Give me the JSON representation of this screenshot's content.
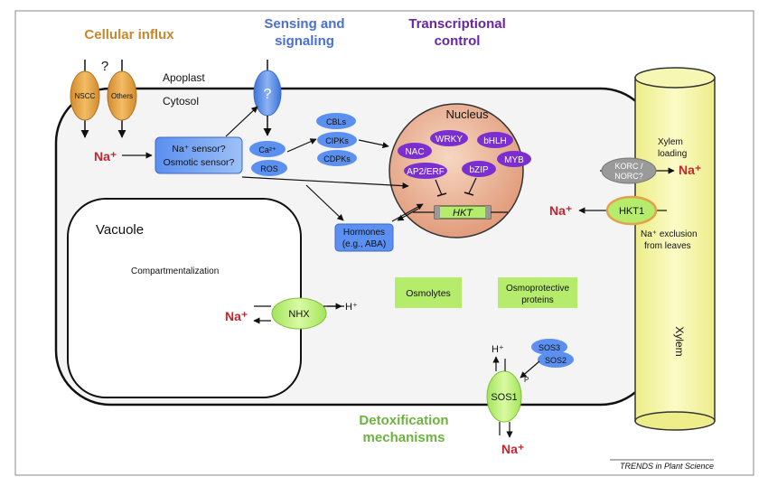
{
  "headers": {
    "cellular_influx": "Cellular influx",
    "sensing_line1": "Sensing and",
    "sensing_line2": "signaling",
    "transcriptional_line1": "Transcriptional",
    "transcriptional_line2": "control",
    "detox_line1": "Detoxification",
    "detox_line2": "mechanisms"
  },
  "compartments": {
    "apoplast": "Apoplast",
    "cytosol": "Cytosol",
    "vacuole": "Vacuole",
    "nucleus": "Nucleus",
    "xylem": "Xylem"
  },
  "channels": {
    "nscc": "NSCC",
    "others": "Others",
    "unknown": "?",
    "sensor_unknown": "?"
  },
  "sensor": {
    "line1": "Na⁺ sensor?",
    "line2": "Osmotic sensor?"
  },
  "second_messengers": {
    "ca": "Ca²⁺",
    "ros": "ROS"
  },
  "kinases": [
    "CBLs",
    "CIPKs",
    "CDPKs"
  ],
  "transcription_factors": {
    "wrky": "WRKY",
    "nac": "NAC",
    "bhlh": "bHLH",
    "myb": "MYB",
    "ap2erf": "AP2/ERF",
    "bzip": "bZIP"
  },
  "gene": "HKT",
  "hormones": {
    "line1": "Hormones",
    "line2": "(e.g., ABA)"
  },
  "compartmentalization": "Compartmentalization",
  "nhx": "NHX",
  "osmolytes": "Osmolytes",
  "osmoprotective_line1": "Osmoprotective",
  "osmoprotective_line2": "proteins",
  "sos": {
    "sos3": "SOS3",
    "sos2": "SOS2",
    "sos1": "SOS1",
    "p": "P"
  },
  "ions": {
    "na": "Na⁺",
    "h": "H⁺"
  },
  "xylem_loading_line1": "Xylem",
  "xylem_loading_line2": "loading",
  "korc_line1": "KORC /",
  "korc_line2": "NORC?",
  "hkt1": "HKT1",
  "exclusion_line1": "Na⁺ exclusion",
  "exclusion_line2": "from leaves",
  "credit": "TRENDS in Plant Science",
  "colors": {
    "cellular_influx": "#c8872c",
    "sensing": "#4a6fcf",
    "transcriptional": "#6a24a8",
    "detox": "#6cb33f",
    "na": "#c0262d",
    "orange_channel": "#e5a54a",
    "blue_box": "#4f86e6",
    "purple_tf": "#7b2fd0",
    "green_box": "#b5ec6c",
    "xylem": "#f3f3a0",
    "nucleus": "#e3a07e",
    "gray": "#9a9a9a"
  }
}
